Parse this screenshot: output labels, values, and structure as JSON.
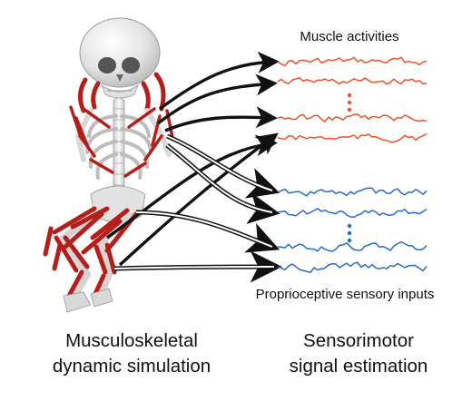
{
  "labels": {
    "muscle_activities": "Muscle activities",
    "proprioceptive_inputs": "Proprioceptive sensory inputs"
  },
  "captions": {
    "left_line1": "Musculoskeletal",
    "left_line2": "dynamic simulation",
    "right_line1": "Sensorimotor",
    "right_line2": "signal estimation"
  },
  "colors": {
    "muscle_signal": "#e8542c",
    "sensory_signal": "#2a6bc4",
    "muscle_tissue": "#b3201b",
    "bone": "#ececec",
    "arrow": "#111111"
  },
  "signals": {
    "muscle_traces": 4,
    "sensory_traces": 4,
    "ellipsis_glyph": "⋮"
  }
}
